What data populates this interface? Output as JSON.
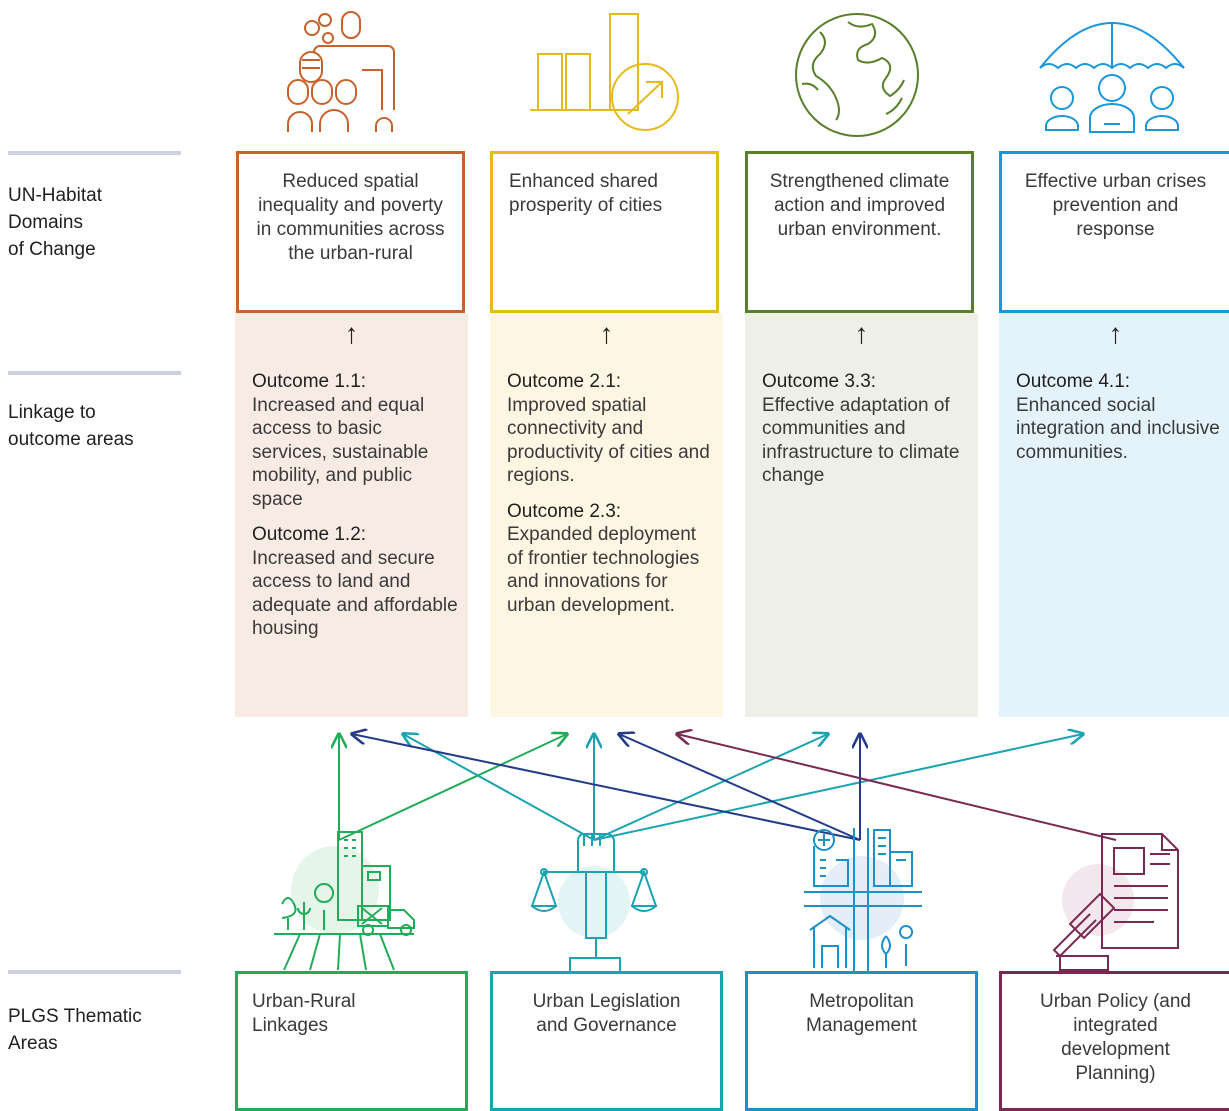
{
  "side_labels": {
    "domains": "UN-Habitat Domains of Change",
    "domains_lines": [
      "UN-Habitat",
      "Domains",
      "of Change"
    ],
    "linkage_lines": [
      "Linkage to",
      "outcome areas"
    ],
    "plgs_lines": [
      "PLGS Thematic",
      "Areas"
    ]
  },
  "domains": [
    {
      "text": "Reduced spatial inequality and poverty in communities across the urban-rural",
      "color": "#c8622d",
      "icon": "community-icon"
    },
    {
      "text": "Enhanced shared prosperity of cities",
      "color": "#e6b91c",
      "icon": "growth-chart-icon"
    },
    {
      "text": "Strengthened climate action and improved urban environment.",
      "color": "#5a7f2a",
      "icon": "globe-icon"
    },
    {
      "text": "Effective urban crises prevention and response",
      "color": "#1a96db",
      "icon": "umbrella-people-icon"
    }
  ],
  "outcomes": [
    {
      "bg": "#f8ebe4",
      "items": [
        {
          "title": "Outcome 1.1",
          "text": "Increased and equal access to basic services, sustainable mobility, and public space"
        },
        {
          "title": "Outcome 1.2",
          "text": "Increased and secure access to land and adequate and affordable housing"
        }
      ]
    },
    {
      "bg": "#fdf6e3",
      "items": [
        {
          "title": "Outcome 2.1",
          "text": "Improved spatial connectivity and productivity of cities and regions."
        },
        {
          "title": "Outcome 2.3",
          "text": "Expanded deployment of frontier technologies and innovations for urban development."
        }
      ]
    },
    {
      "bg": "#eef0e7",
      "items": [
        {
          "title": "Outcome 3.3",
          "text": "Effective adaptation of communities and infrastructure to climate change"
        }
      ]
    },
    {
      "bg": "#e4f3fb",
      "items": [
        {
          "title": "Outcome 4.1",
          "text": "Enhanced social integration and inclusive communities."
        }
      ]
    }
  ],
  "thematic_areas": [
    {
      "text": "Urban-Rural Linkages",
      "color": "#22ac5a",
      "icon": "urban-rural-icon"
    },
    {
      "text": "Urban Legislation and Governance",
      "color": "#1aa3b0",
      "icon": "justice-scales-icon"
    },
    {
      "text": "Metropolitan Management",
      "color": "#1e90c8",
      "icon": "metropolitan-grid-icon"
    },
    {
      "text": "Urban Policy (and integrated development Planning)",
      "color": "#7a2a52",
      "icon": "policy-gavel-icon"
    }
  ],
  "link_colors": {
    "green": "#22ac5a",
    "teal": "#1aa3b0",
    "navy": "#253b8a",
    "plum": "#7a2a52"
  }
}
